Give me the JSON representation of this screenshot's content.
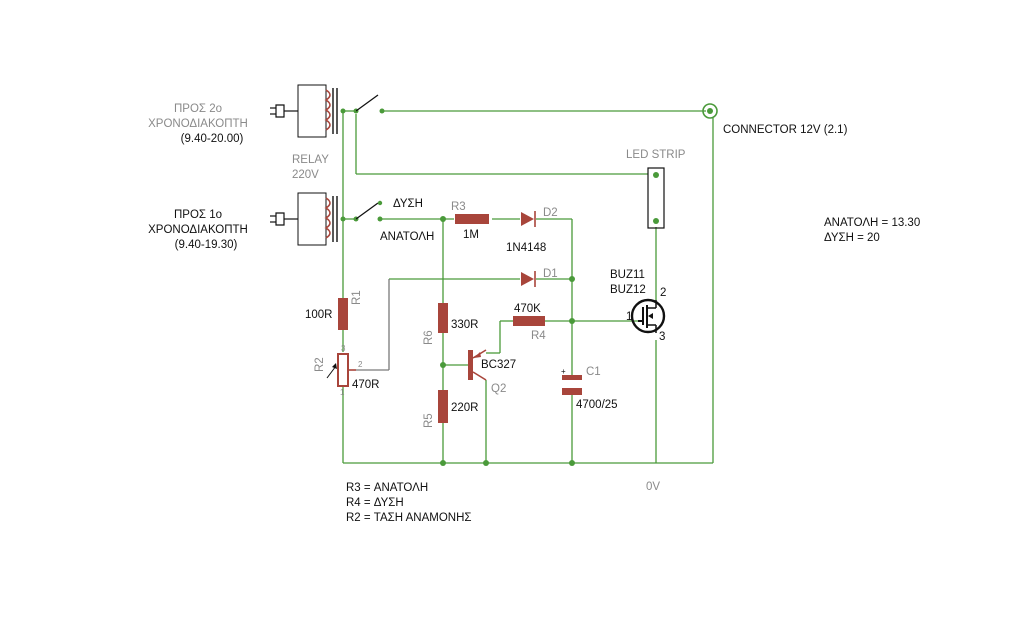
{
  "labels": {
    "to_timer2_line1": "ΠΡΟΣ 2ο",
    "to_timer2_line2": "ΧΡΟΝΟΔΙΑΚΟΠΤΗ",
    "to_timer2_line3": "(9.40-20.00)",
    "relay_line1": "RELAY",
    "relay_line2": "220V",
    "to_timer1_line1": "ΠΡΟΣ 1ο",
    "to_timer1_line2": "ΧΡΟΝΟΔΙΑΚΟΠΤΗ",
    "to_timer1_line3": "(9.40-19.30)",
    "dysi": "ΔΥΣΗ",
    "anatoli": "ΑΝΑΤΟΛΗ",
    "connector": "CONNECTOR 12V (2.1)",
    "led_strip": "LED STRIP",
    "r3_name": "R3",
    "r3_value": "1M",
    "d2_name": "D2",
    "d2_value": "1N4148",
    "d1_name": "D1",
    "r1_name": "R1",
    "r1_value": "100R",
    "r6_name": "R6",
    "r6_value": "330R",
    "r4_value": "470K",
    "r4_name": "R4",
    "q2_value": "BC327",
    "q2_name": "Q2",
    "r5_name": "R5",
    "r5_value": "220R",
    "r2_name": "R2",
    "r2_value": "470R",
    "c1_name": "C1",
    "c1_value": "4700/25",
    "mosfet_line1": "BUZ11",
    "mosfet_line2": "BUZ12",
    "pin1": "1",
    "pin2": "2",
    "pin3": "3",
    "pot_pin1": "1",
    "pot_pin2": "2",
    "pot_pin3": "3",
    "ground": "0V",
    "note_anatoli": "ΑΝΑΤΟΛΗ = 13.30",
    "note_dysi": "ΔΥΣΗ = 20",
    "legend_r3": "R3 = ΑΝΑΤΟΛΗ",
    "legend_r4": "R4 = ΔΥΣΗ",
    "legend_r2": "R2 = ΤΑΣΗ ΑΝΑΜΟΝΗΣ"
  },
  "colors": {
    "wire": "#4a9a3a",
    "component": "#a8453b",
    "label_gray": "#8a8a8a",
    "text": "#111111"
  }
}
